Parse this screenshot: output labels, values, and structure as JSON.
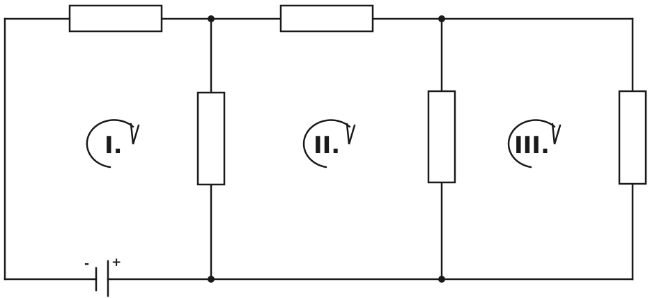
{
  "loops": [
    {
      "id": "loop-1",
      "label": "I."
    },
    {
      "id": "loop-2",
      "label": "II."
    },
    {
      "id": "loop-3",
      "label": "III."
    }
  ],
  "battery": {
    "negative_sign": "-",
    "positive_sign": "+"
  }
}
